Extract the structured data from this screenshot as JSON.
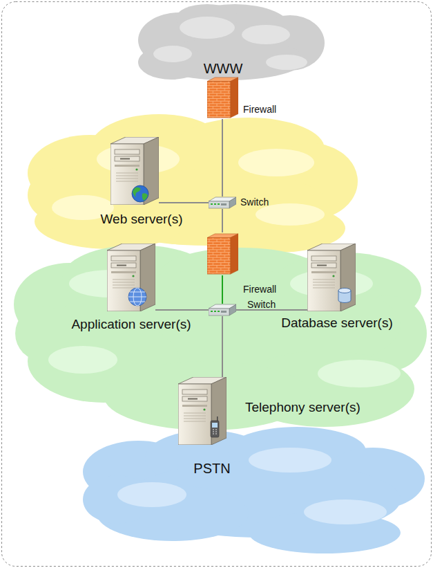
{
  "diagram": {
    "nodes": [
      {
        "text": [
          "WWW"
        ]
      },
      {
        "text": [
          "Firewall"
        ]
      },
      {
        "text": [
          "Web server(s)"
        ]
      },
      {
        "text": [
          "Switch"
        ]
      },
      {
        "text": [
          "Firewall"
        ]
      },
      {
        "text": [
          "Application server(s)"
        ]
      },
      {
        "text": [
          "Switch"
        ]
      },
      {
        "text": [
          "Database server(s)"
        ]
      },
      {
        "text": [
          "Telephony server(s)"
        ]
      },
      {
        "text": [
          "PSTN"
        ]
      }
    ],
    "edges": [
      {
        "from": 1,
        "to": 3,
        "arrow": "none"
      },
      {
        "from": 2,
        "to": 3,
        "arrow": "none"
      },
      {
        "from": 3,
        "to": 4,
        "arrow": "none"
      },
      {
        "from": 4,
        "to": 6,
        "arrow": "none"
      },
      {
        "from": 5,
        "to": 6,
        "arrow": "none"
      },
      {
        "from": 6,
        "to": 7,
        "arrow": "none"
      },
      {
        "from": 6,
        "to": 8,
        "arrow": "none"
      }
    ]
  }
}
